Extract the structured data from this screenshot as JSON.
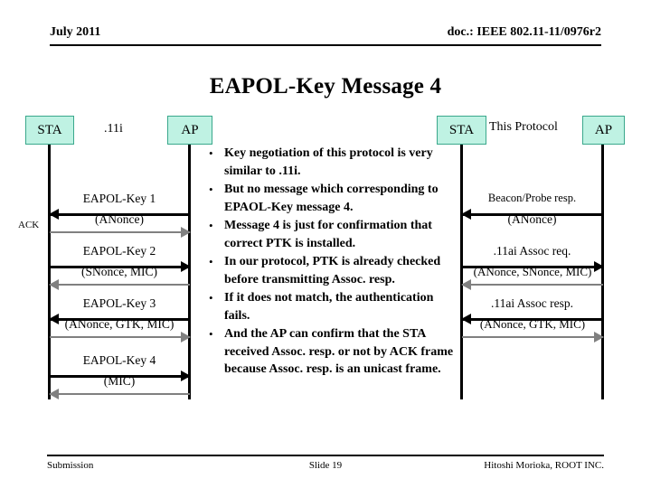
{
  "header": {
    "left": "July 2011",
    "right": "doc.: IEEE 802.11-11/0976r2"
  },
  "title": "EAPOL-Key Message 4",
  "colors": {
    "node_fill": "#bff2e3",
    "node_border": "#3aa88c",
    "msg_arrow": "#000000",
    "ack_arrow": "#808080"
  },
  "left_diagram": {
    "protocol_label": ".11i",
    "sta_label": "STA",
    "ap_label": "AP",
    "ack_label": "ACK",
    "messages": [
      {
        "line1": "EAPOL-Key 1",
        "line2": "(ANonce)",
        "direction": "left",
        "ack_direction": "right"
      },
      {
        "line1": "EAPOL-Key 2",
        "line2": "(SNonce, MIC)",
        "direction": "right",
        "ack_direction": "left"
      },
      {
        "line1": "EAPOL-Key 3",
        "line2": "(ANonce, GTK, MIC)",
        "direction": "left",
        "ack_direction": "right"
      },
      {
        "line1": "EAPOL-Key 4",
        "line2": "(MIC)",
        "direction": "right",
        "ack_direction": "left"
      }
    ]
  },
  "right_diagram": {
    "protocol_label": "This Protocol",
    "sta_label": "STA",
    "ap_label": "AP",
    "messages": [
      {
        "line1": "Beacon/Probe resp.",
        "line2": "(ANonce)",
        "direction": "left",
        "ack_direction": "none"
      },
      {
        "line1": ".11ai Assoc req.",
        "line2": "(ANonce, SNonce, MIC)",
        "direction": "right",
        "ack_direction": "left"
      },
      {
        "line1": ".11ai Assoc resp.",
        "line2": "(ANonce, GTK, MIC)",
        "direction": "left",
        "ack_direction": "right"
      }
    ]
  },
  "bullets": [
    "Key negotiation of this protocol is very similar to .11i.",
    "But no message which corresponding to EPAOL-Key message 4.",
    "Message 4 is just for confirmation that correct PTK is installed.",
    "In our protocol, PTK is already checked before transmitting Assoc. resp.",
    "If it does not match, the authentication fails.",
    "And the AP can confirm that the STA received Assoc. resp. or not by ACK frame because Assoc. resp. is an unicast frame."
  ],
  "bullet_marker": "•",
  "footer": {
    "left": "Submission",
    "center": "Slide 19",
    "right": "Hitoshi Morioka, ROOT INC."
  }
}
